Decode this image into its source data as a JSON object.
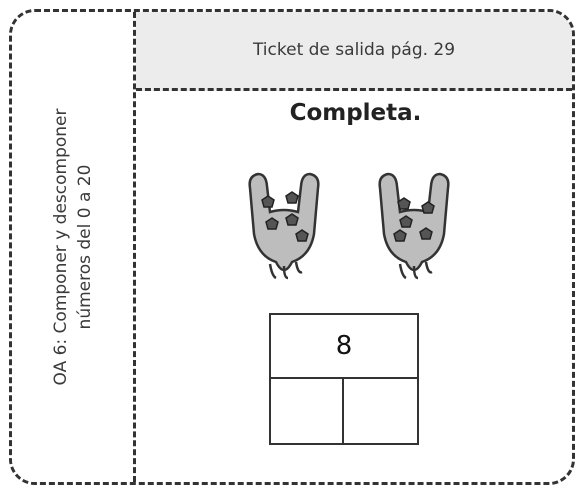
{
  "side_panel": {
    "line1": "OA 6: Componer y descomponer",
    "line2": "números del 0 a 20"
  },
  "header": {
    "title": "Ticket de salida pág. 29"
  },
  "instruction": "Completa.",
  "hands": [
    {
      "counters": 5
    },
    {
      "counters": 5
    }
  ],
  "number_bond": {
    "whole": "8",
    "part_left": "",
    "part_right": ""
  },
  "colors": {
    "border": "#333333",
    "header_bg": "#ececec",
    "hand_fill": "#bdbdbd",
    "counter_fill": "#555555"
  }
}
